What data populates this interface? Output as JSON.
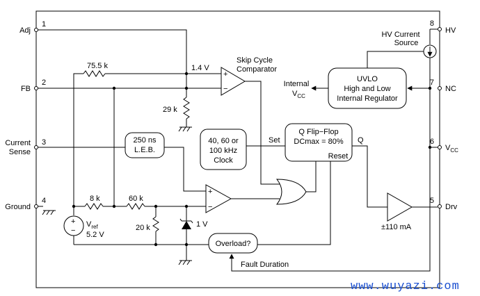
{
  "pins": {
    "p1": {
      "num": "1",
      "name": "Adj"
    },
    "p2": {
      "num": "2",
      "name": "FB"
    },
    "p3": {
      "num": "3",
      "name1": "Current",
      "name2": "Sense"
    },
    "p4": {
      "num": "4",
      "name": "Ground"
    },
    "p5": {
      "num": "5",
      "name": "Drv"
    },
    "p6": {
      "num": "6",
      "name": "V",
      "sub": "CC"
    },
    "p7": {
      "num": "7",
      "name": "NC"
    },
    "p8": {
      "num": "8",
      "name": "HV"
    }
  },
  "blocks": {
    "leb": {
      "line1": "250 ns",
      "line2": "L.E.B."
    },
    "clock": {
      "line1": "40, 60 or",
      "line2": "100 kHz",
      "line3": "Clock"
    },
    "flipflop": {
      "line1": "Q Flip−Flop",
      "line2": "DCmax = 80%",
      "set": "Set",
      "reset": "Reset",
      "q": "Q"
    },
    "uvlo": {
      "line1": "UVLO",
      "line2": "High and Low",
      "line3": "Internal Regulator"
    },
    "overload": {
      "label": "Overload?"
    },
    "vref": {
      "name": "V",
      "sub": "ref",
      "value": "5.2 V"
    }
  },
  "labels": {
    "skip1": "Skip Cycle",
    "skip2": "Comparator",
    "r755": "75.5 k",
    "v14": "1.4 V",
    "r29": "29 k",
    "r8": "8 k",
    "r60": "60 k",
    "r20": "20 k",
    "z1v": "1 V",
    "hv1": "HV Current",
    "hv2": "Source",
    "intvcc": "Internal",
    "intvcc_v": "V",
    "intvcc_sub": "CC",
    "drv_current": "±110 mA",
    "fault": "Fault Duration",
    "plus": "+",
    "minus": "−"
  },
  "watermark": "www.wuyazi.com"
}
